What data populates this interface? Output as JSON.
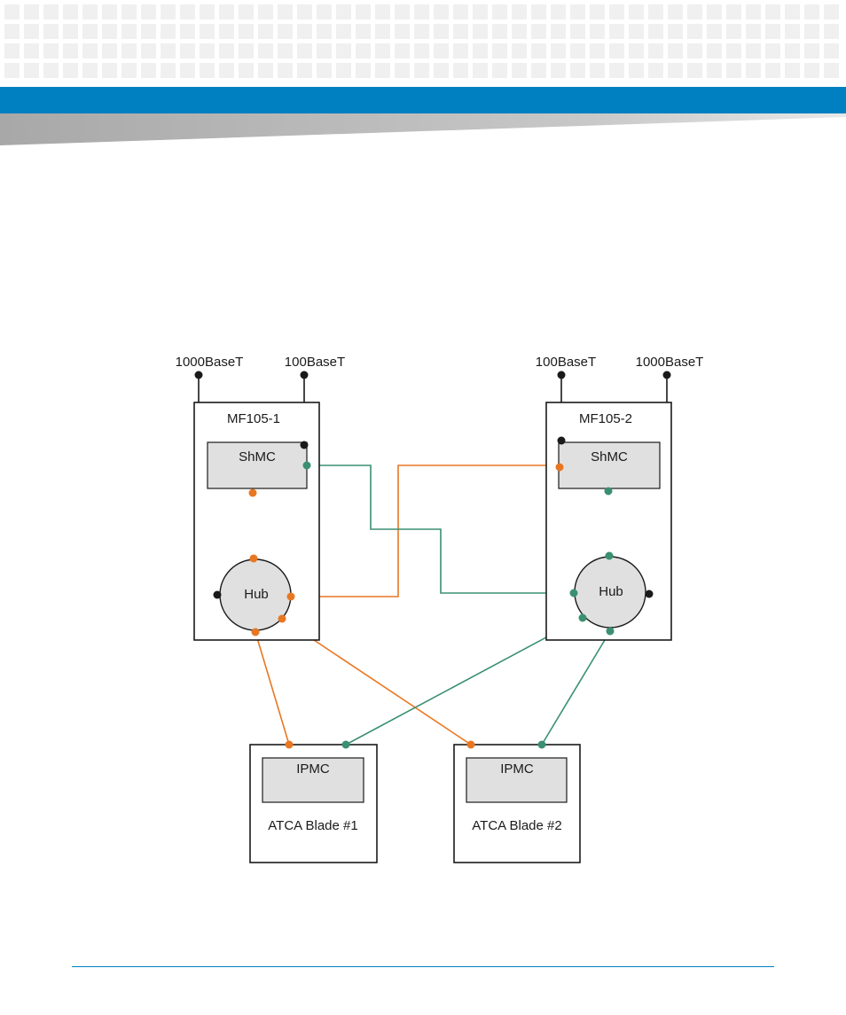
{
  "diagram": {
    "left_unit": {
      "name": "MF105-1",
      "shmc_label": "ShMC",
      "hub_label": "Hub",
      "port_1000_label": "1000BaseT",
      "port_100_label": "100BaseT"
    },
    "right_unit": {
      "name": "MF105-2",
      "shmc_label": "ShMC",
      "hub_label": "Hub",
      "port_1000_label": "1000BaseT",
      "port_100_label": "100BaseT"
    },
    "blades": [
      {
        "ipmc_label": "IPMC",
        "name": "ATCA Blade #1"
      },
      {
        "ipmc_label": "IPMC",
        "name": "ATCA Blade #2"
      }
    ],
    "colors": {
      "orange_link": "#e87722",
      "green_link": "#3a9070",
      "black_link": "#1a1a1a",
      "box_fill": "#e0e0e0",
      "header_blue": "#0080c0"
    }
  }
}
